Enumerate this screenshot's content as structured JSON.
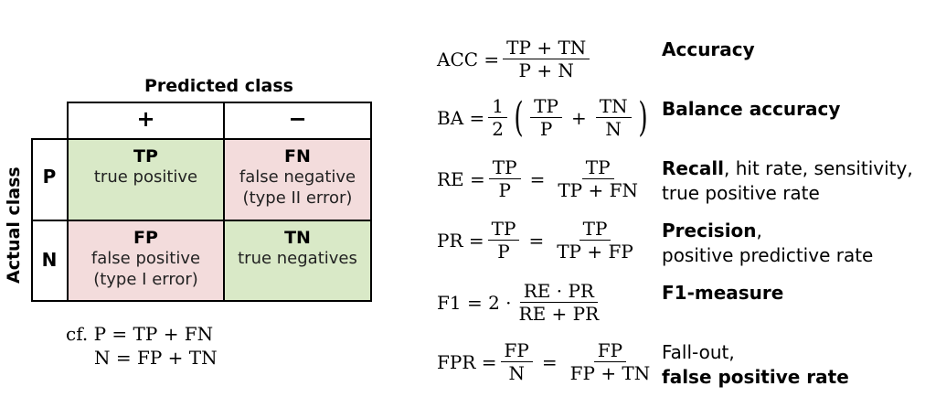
{
  "matrix": {
    "predicted_title": "Predicted class",
    "actual_title": "Actual class",
    "col_plus": "+",
    "col_minus": "−",
    "row_p": "P",
    "row_n": "N",
    "tp": {
      "abbr": "TP",
      "desc": "true positive"
    },
    "fn": {
      "abbr": "FN",
      "desc1": "false negative",
      "desc2": "(type II error)"
    },
    "fp": {
      "abbr": "FP",
      "desc1": "false positive",
      "desc2": "(type I error)"
    },
    "tn": {
      "abbr": "TN",
      "desc": "true negatives"
    },
    "colors": {
      "correct": "#d9e9c7",
      "error": "#f3dcdc"
    }
  },
  "cf": {
    "line1": "cf. P = TP + FN",
    "line2": "N = FP + TN"
  },
  "formulas": {
    "acc": {
      "lhs": "ACC =",
      "num": "TP + TN",
      "den": "P + N",
      "label": "Accuracy"
    },
    "ba": {
      "lhs": "BA =",
      "half_num": "1",
      "half_den": "2",
      "a_num": "TP",
      "a_den": "P",
      "plus": "+",
      "b_num": "TN",
      "b_den": "N",
      "label": "Balance accuracy"
    },
    "re": {
      "lhs": "RE =",
      "n1": "TP",
      "d1": "P",
      "eq": "=",
      "n2": "TP",
      "d2": "TP + FN",
      "label_bold": "Recall",
      "label_rest": ", hit rate, sensitivity,",
      "label_line2": "true positive rate"
    },
    "pr": {
      "lhs": "PR =",
      "n1": "TP",
      "d1": "P",
      "eq": "=",
      "n2": "TP",
      "d2": "TP + FP",
      "label_bold": "Precision",
      "label_rest": ",",
      "label_line2": "positive predictive rate"
    },
    "f1": {
      "lhs": "F1 = 2 ·",
      "num": "RE · PR",
      "den": "RE + PR",
      "label": "F1-measure"
    },
    "fpr": {
      "lhs": "FPR =",
      "n1": "FP",
      "d1": "N",
      "eq": "=",
      "n2": "FP",
      "d2": "FP + TN",
      "label_line1": "Fall-out,",
      "label_bold": "false positive rate"
    }
  }
}
